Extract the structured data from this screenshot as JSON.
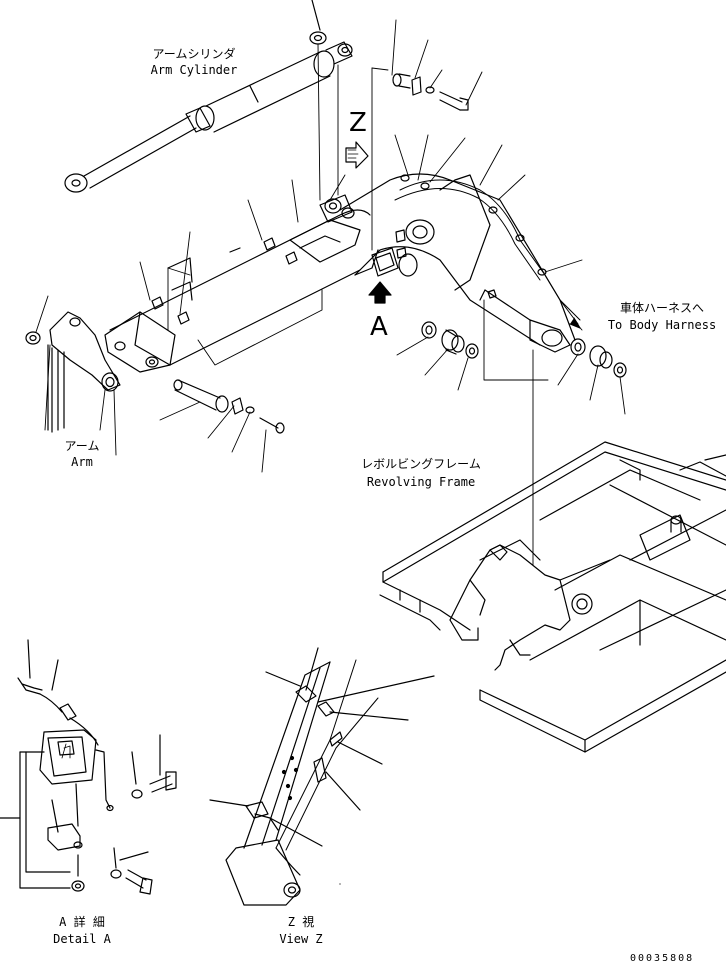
{
  "labels": {
    "arm_cylinder_jp": "アームシリンダ",
    "arm_cylinder_en": "Arm Cylinder",
    "body_harness_jp": "車体ハーネスへ",
    "body_harness_en": "To Body Harness",
    "arm_jp": "アーム",
    "arm_en": "Arm",
    "revolving_frame_jp": "レボルビングフレーム",
    "revolving_frame_en": "Revolving Frame",
    "detail_a_jp": "A 詳 細",
    "detail_a_en": "Detail A",
    "view_z_jp": "Z 視",
    "view_z_en": "View Z",
    "view_marker_z": "Z",
    "view_marker_a": "A",
    "drawing_number": "00035808"
  }
}
